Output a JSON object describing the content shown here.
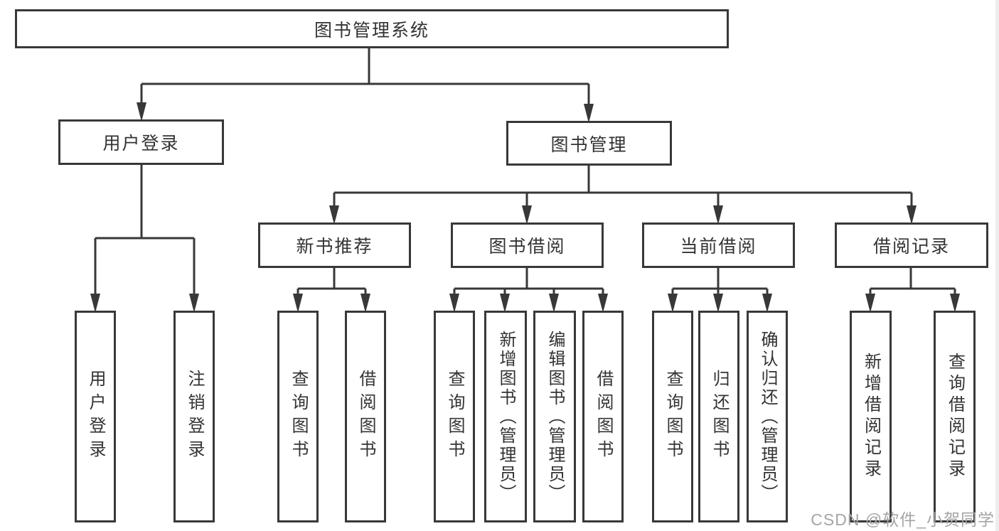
{
  "diagram": {
    "kind": "hierarchy-tree",
    "title": "图书管理系统"
  },
  "nodes": {
    "root": {
      "label": "图书管理系统"
    },
    "user_login": {
      "label": "用户登录"
    },
    "book_management": {
      "label": "图书管理"
    },
    "new_book_recommend": {
      "label": "新书推荐"
    },
    "book_borrow": {
      "label": "图书借阅"
    },
    "current_borrow": {
      "label": "当前借阅"
    },
    "borrow_records": {
      "label": "借阅记录"
    },
    "leaf_user_login": {
      "label": "用户登录"
    },
    "leaf_logout": {
      "label": "注销登录"
    },
    "nbr_search_book": {
      "label": "查询图书"
    },
    "nbr_borrow_book": {
      "label": "借阅图书"
    },
    "bb_search_book": {
      "label": "查询图书"
    },
    "bb_add_book": {
      "label": "新增图书（管理员）"
    },
    "bb_edit_book": {
      "label": "编辑图书（管理员）"
    },
    "bb_borrow_book": {
      "label": "借阅图书"
    },
    "cb_search_book": {
      "label": "查询图书"
    },
    "cb_return_book": {
      "label": "归还图书"
    },
    "cb_confirm_return": {
      "label": "确认归还（管理员）"
    },
    "br_add_record": {
      "label": "新增借阅记录"
    },
    "br_search_record": {
      "label": "查询借阅记录"
    }
  },
  "hierarchy": {
    "图书管理系统": [
      "用户登录",
      "图书管理"
    ],
    "用户登录": [
      "用户登录",
      "注销登录"
    ],
    "图书管理": [
      "新书推荐",
      "图书借阅",
      "当前借阅",
      "借阅记录"
    ],
    "新书推荐": [
      "查询图书",
      "借阅图书"
    ],
    "图书借阅": [
      "查询图书",
      "新增图书（管理员）",
      "编辑图书（管理员）",
      "借阅图书"
    ],
    "当前借阅": [
      "查询图书",
      "归还图书",
      "确认归还（管理员）"
    ],
    "借阅记录": [
      "新增借阅记录",
      "查询借阅记录"
    ]
  },
  "watermark": {
    "text": "CSDN @软件_小贺同学"
  },
  "colors": {
    "line": "#383838",
    "text": "#333333",
    "watermark": "#a5a5a5",
    "background": "#ffffff"
  }
}
